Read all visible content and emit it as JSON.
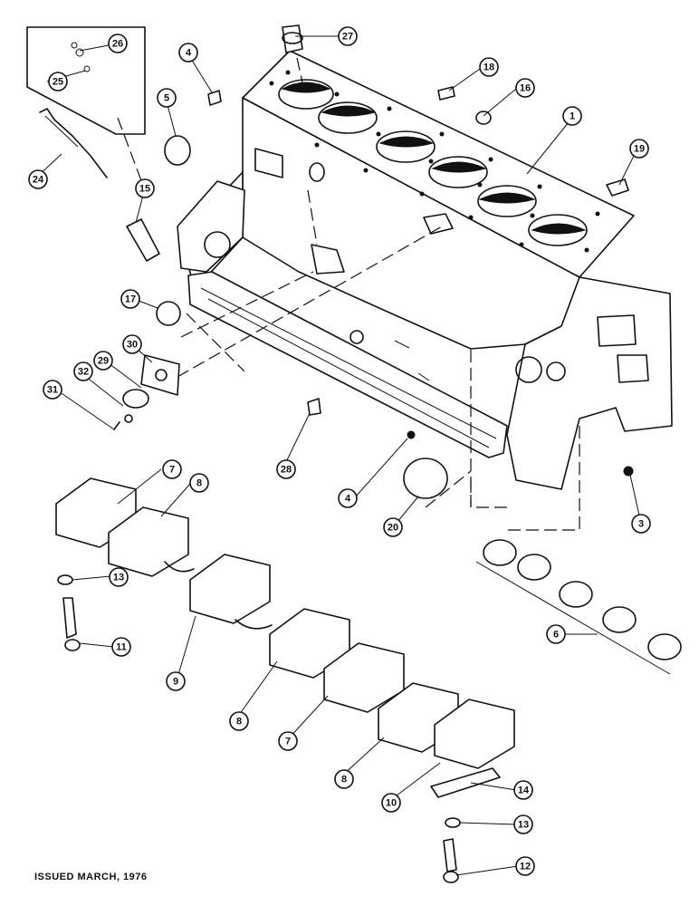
{
  "footer": "ISSUED MARCH, 1976",
  "callouts": [
    {
      "num": "26"
    },
    {
      "num": "25"
    },
    {
      "num": "27"
    },
    {
      "num": "4"
    },
    {
      "num": "18"
    },
    {
      "num": "16"
    },
    {
      "num": "1"
    },
    {
      "num": "5"
    },
    {
      "num": "19"
    },
    {
      "num": "24"
    },
    {
      "num": "15"
    },
    {
      "num": "17"
    },
    {
      "num": "30"
    },
    {
      "num": "29"
    },
    {
      "num": "32"
    },
    {
      "num": "31"
    },
    {
      "num": "28"
    },
    {
      "num": "4"
    },
    {
      "num": "20"
    },
    {
      "num": "3"
    },
    {
      "num": "7"
    },
    {
      "num": "8"
    },
    {
      "num": "13"
    },
    {
      "num": "11"
    },
    {
      "num": "9"
    },
    {
      "num": "6"
    },
    {
      "num": "8"
    },
    {
      "num": "7"
    },
    {
      "num": "8"
    },
    {
      "num": "10"
    },
    {
      "num": "14"
    },
    {
      "num": "13"
    },
    {
      "num": "12"
    }
  ]
}
